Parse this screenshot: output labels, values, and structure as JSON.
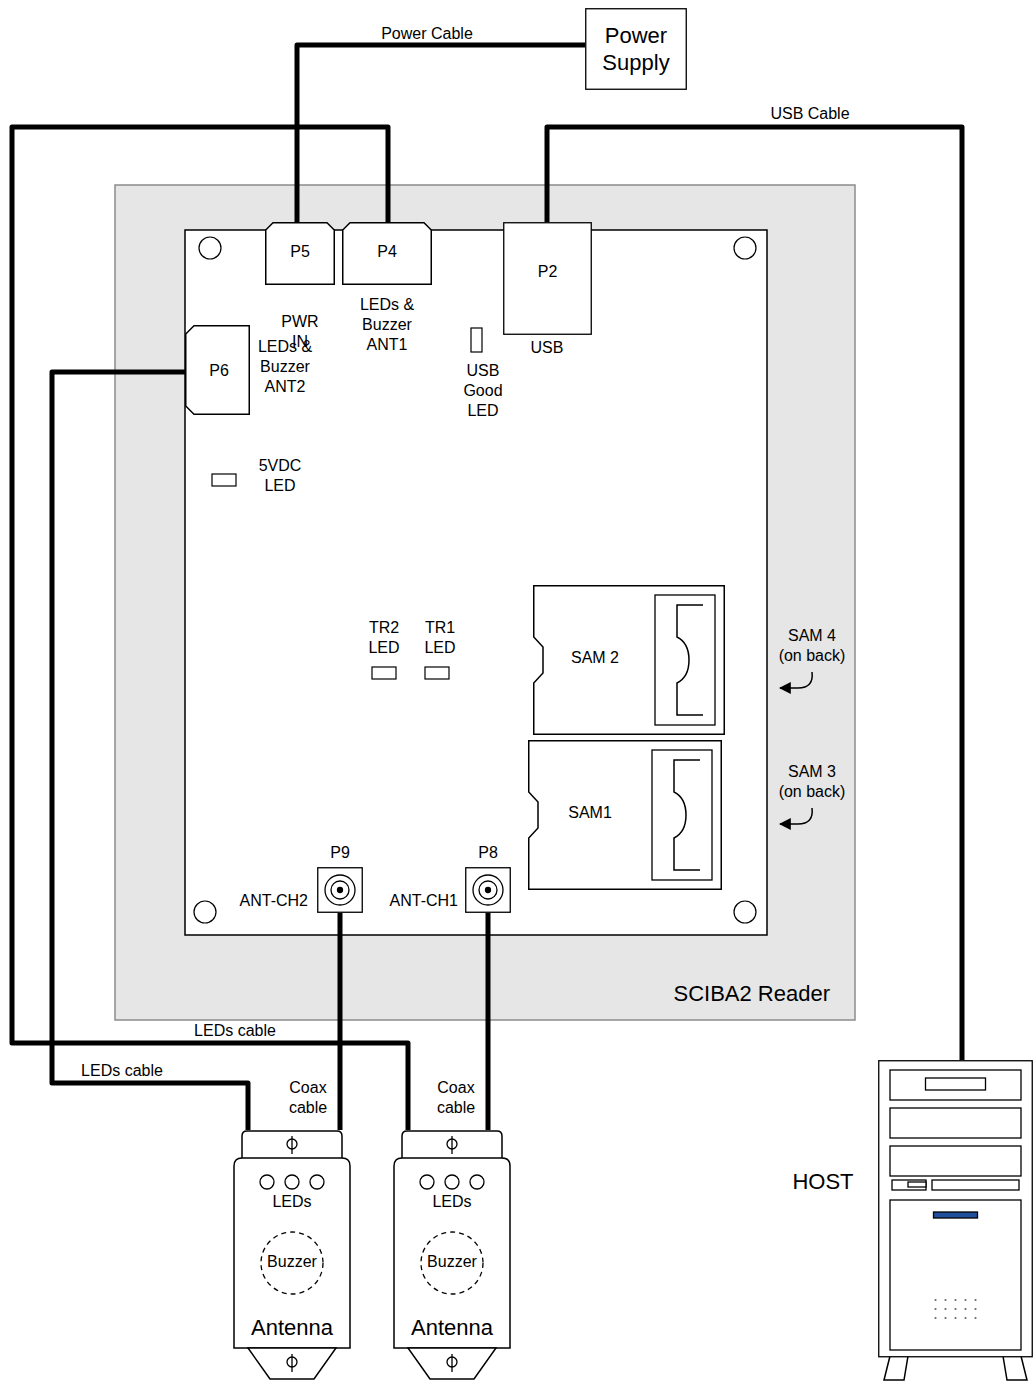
{
  "diagram": {
    "nodes": [
      {
        "text": [
          "Power Supply"
        ]
      },
      {
        "text": [
          "SCIBA2 Reader"
        ]
      },
      {
        "text": [
          "P5",
          "PWR IN"
        ],
        "in": 1
      },
      {
        "text": [
          "P4",
          "LEDs & Buzzer ANT1"
        ],
        "in": 1
      },
      {
        "text": [
          "P2",
          "USB"
        ],
        "in": 1
      },
      {
        "text": [
          "P6",
          "LEDs & Buzzer ANT2"
        ],
        "in": 1
      },
      {
        "text": [
          "SAM 2"
        ],
        "in": 1
      },
      {
        "text": [
          "SAM1"
        ],
        "in": 1
      },
      {
        "text": [
          "P9",
          "ANT-CH2"
        ],
        "in": 1
      },
      {
        "text": [
          "P8",
          "ANT-CH1"
        ],
        "in": 1
      },
      {
        "text": [
          "LEDs",
          "Buzzer",
          "Antenna"
        ]
      },
      {
        "text": [
          "LEDs",
          "Buzzer",
          "Antenna"
        ]
      },
      {
        "text": [
          "HOST"
        ]
      }
    ],
    "edges": [
      {
        "from": 0,
        "to": 2,
        "label": "Power Cable",
        "arrow": "none"
      },
      {
        "from": 3,
        "to": 11,
        "label": "LEDs cable",
        "arrow": "none"
      },
      {
        "from": 4,
        "to": 12,
        "label": "USB Cable",
        "arrow": "none"
      },
      {
        "from": 5,
        "to": 10,
        "label": "LEDs cable",
        "arrow": "none"
      },
      {
        "from": 8,
        "to": 10,
        "label": "Coax cable",
        "arrow": "none"
      },
      {
        "from": 9,
        "to": 11,
        "label": "Coax cable",
        "arrow": "none"
      }
    ],
    "labels": [
      "USB Good LED",
      "5VDC LED",
      "TR2 LED",
      "TR1 LED",
      "SAM 4 (on back)",
      "SAM 3 (on back)"
    ]
  }
}
